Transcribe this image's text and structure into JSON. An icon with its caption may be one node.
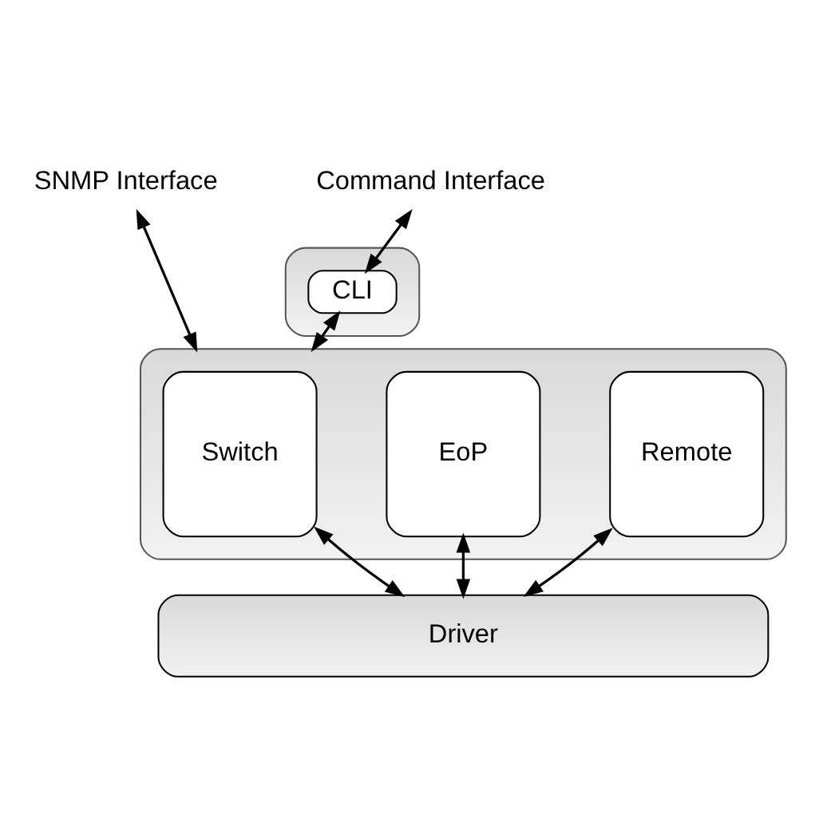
{
  "diagram": {
    "nodes": [
      {
        "text": [
          "SNMP Interface"
        ]
      },
      {
        "text": [
          "Command Interface"
        ]
      },
      {
        "text": [],
        "shape": "box"
      },
      {
        "text": [
          "CLI"
        ],
        "in": 2
      },
      {
        "text": [],
        "shape": "box"
      },
      {
        "text": [
          "Switch"
        ],
        "in": 4
      },
      {
        "text": [
          "EoP"
        ],
        "in": 4
      },
      {
        "text": [
          "Remote"
        ],
        "in": 4
      },
      {
        "text": [
          "Driver"
        ]
      }
    ],
    "edges": [
      {
        "from": 0,
        "to": 4,
        "arrow": "both"
      },
      {
        "from": 1,
        "to": 3,
        "arrow": "both"
      },
      {
        "from": 3,
        "to": 4,
        "arrow": "both"
      },
      {
        "from": 5,
        "to": 8,
        "arrow": "both"
      },
      {
        "from": 6,
        "to": 8,
        "arrow": "both"
      },
      {
        "from": 7,
        "to": 8,
        "arrow": "both"
      }
    ]
  }
}
